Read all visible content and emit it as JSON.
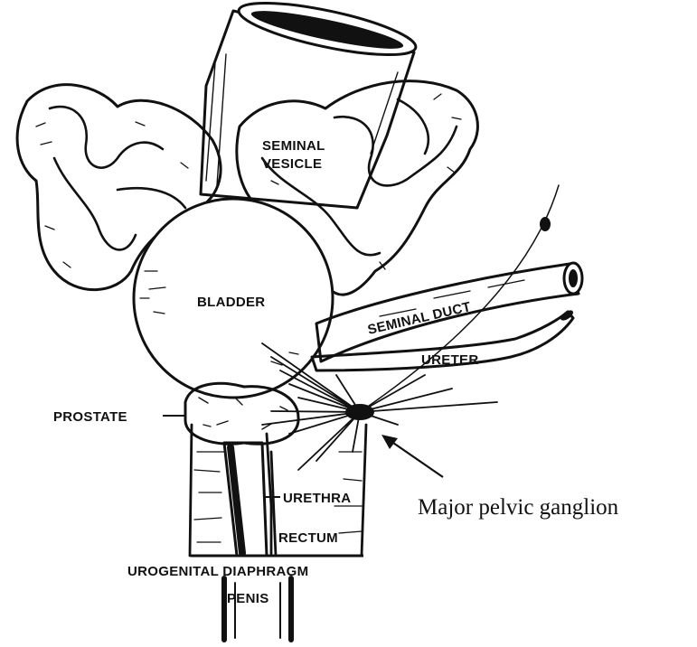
{
  "labels": {
    "seminal_vesicle_1": "SEMINAL",
    "seminal_vesicle_2": "VESICLE",
    "bladder": "BLADDER",
    "seminal_duct": "SEMINAL DUCT",
    "ureter": "URETER",
    "prostate": "PROSTATE",
    "urethra": "URETHRA",
    "rectum": "RECTUM",
    "urogenital_diaphragm": "UROGENITAL DIAPHRAGM",
    "penis": "PENIS"
  },
  "caption": "Major pelvic ganglion"
}
